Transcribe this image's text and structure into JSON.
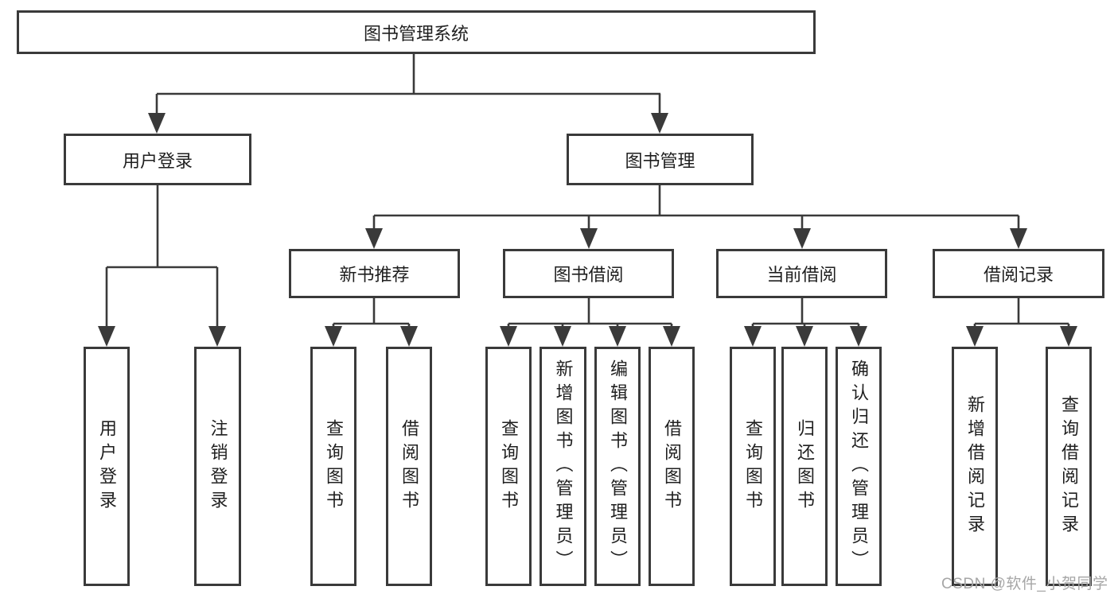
{
  "diagram": {
    "root": {
      "label": "图书管理系统"
    },
    "level2": [
      {
        "id": "user-login",
        "label": "用户登录",
        "parent": "图书管理系统"
      },
      {
        "id": "book-management",
        "label": "图书管理",
        "parent": "图书管理系统"
      }
    ],
    "level3": [
      {
        "id": "new-book-recommend",
        "label": "新书推荐",
        "parent": "图书管理"
      },
      {
        "id": "book-borrow",
        "label": "图书借阅",
        "parent": "图书管理"
      },
      {
        "id": "current-borrow",
        "label": "当前借阅",
        "parent": "图书管理"
      },
      {
        "id": "borrow-records",
        "label": "借阅记录",
        "parent": "图书管理"
      }
    ],
    "leaves": [
      {
        "label": "用户登录",
        "parent": "用户登录"
      },
      {
        "label": "注销登录",
        "parent": "用户登录"
      },
      {
        "label": "查询图书",
        "parent": "新书推荐"
      },
      {
        "label": "借阅图书",
        "parent": "新书推荐"
      },
      {
        "label": "查询图书",
        "parent": "图书借阅"
      },
      {
        "label": "新增图书（管理员）",
        "parent": "图书借阅"
      },
      {
        "label": "编辑图书（管理员）",
        "parent": "图书借阅"
      },
      {
        "label": "借阅图书",
        "parent": "图书借阅"
      },
      {
        "label": "查询图书",
        "parent": "当前借阅"
      },
      {
        "label": "归还图书",
        "parent": "当前借阅"
      },
      {
        "label": "确认归还（管理员）",
        "parent": "当前借阅"
      },
      {
        "label": "新增借阅记录",
        "parent": "借阅记录"
      },
      {
        "label": "查询借阅记录",
        "parent": "借阅记录"
      }
    ],
    "colors": {
      "line": "#3a3a3a",
      "border": "#3a3a3a",
      "text": "#1f1f1f",
      "background": "#ffffff",
      "watermark": "#a6a6a6"
    }
  },
  "watermark": {
    "text": "CSDN @软件_小贺同学"
  }
}
